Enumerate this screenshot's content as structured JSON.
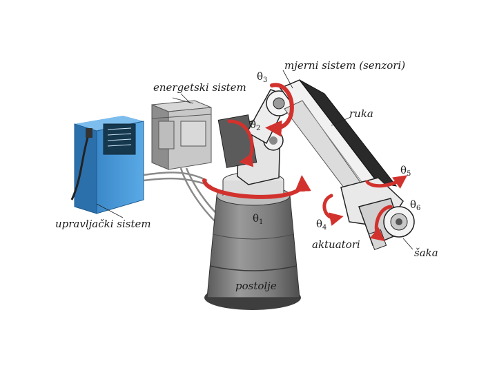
{
  "labels": {
    "measuring_system": "mjerni sistem (senzori)",
    "power_system": "energetski sistem",
    "arm": "ruka",
    "control_system": "upravljački sistem",
    "actuators": "aktuatori",
    "base": "postolje",
    "hand": "šaka"
  },
  "joints": [
    {
      "symbol": "θ",
      "index": "1"
    },
    {
      "symbol": "θ",
      "index": "2"
    },
    {
      "symbol": "θ",
      "index": "3"
    },
    {
      "symbol": "θ",
      "index": "4"
    },
    {
      "symbol": "θ",
      "index": "5"
    },
    {
      "symbol": "θ",
      "index": "6"
    }
  ],
  "colors": {
    "cabinet_blue": "#4a9ad8",
    "cabinet_blue_dark": "#2f7cbf",
    "arrow_red": "#d2322d",
    "base_gray": "#7d7d7d",
    "power_gray": "#a9a9a9"
  }
}
